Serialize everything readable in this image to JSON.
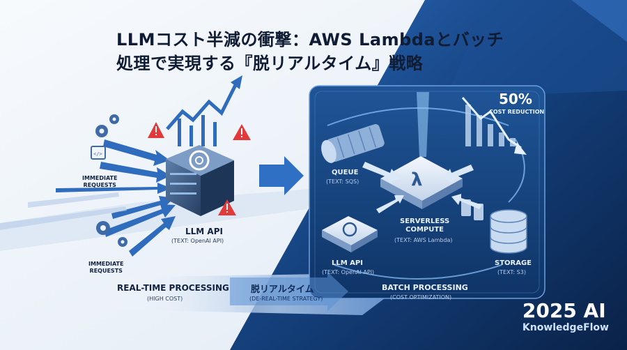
{
  "title": "LLMコスト半減の衝撃：AWS Lambdaとバッチ処理で実現する『脱リアルタイム』戦略",
  "left": {
    "request_top": "IMMEDIATE\nREQUESTS",
    "request_bottom": "IMMEDIATE\nREQUESTS",
    "api_label": "LLM API",
    "api_sub": "(TEXT: OpenAI API)",
    "section": "REAL-TIME PROCESSING",
    "section_sub": "(HIGH COST)"
  },
  "middle": {
    "label": "脱リアルタイム",
    "sub": "(DE-REAL-TIME STRATEGY)"
  },
  "right": {
    "queue": "QUEUE",
    "queue_sub": "(TEXT: SQS)",
    "compute": "SERVERLESS\nCOMPUTE",
    "compute_sub": "(TEXT: AWS Lambda)",
    "llm": "LLM API",
    "llm_sub": "(TEXT: OpenAI API)",
    "storage": "STORAGE",
    "storage_sub": "(TEXT: S3)",
    "section": "BATCH PROCESSING",
    "section_sub": "(COST OPTIMIZATION)",
    "percent": "50%",
    "percent_sub": "COST REDUCTION"
  },
  "brand": {
    "year": "2025 AI",
    "name": "KnowledgeFlow"
  },
  "colors": {
    "navy": "#0d2a55",
    "accent": "#2f6fc4",
    "warning": "#e23a3a",
    "panel": "#1c4b86"
  }
}
